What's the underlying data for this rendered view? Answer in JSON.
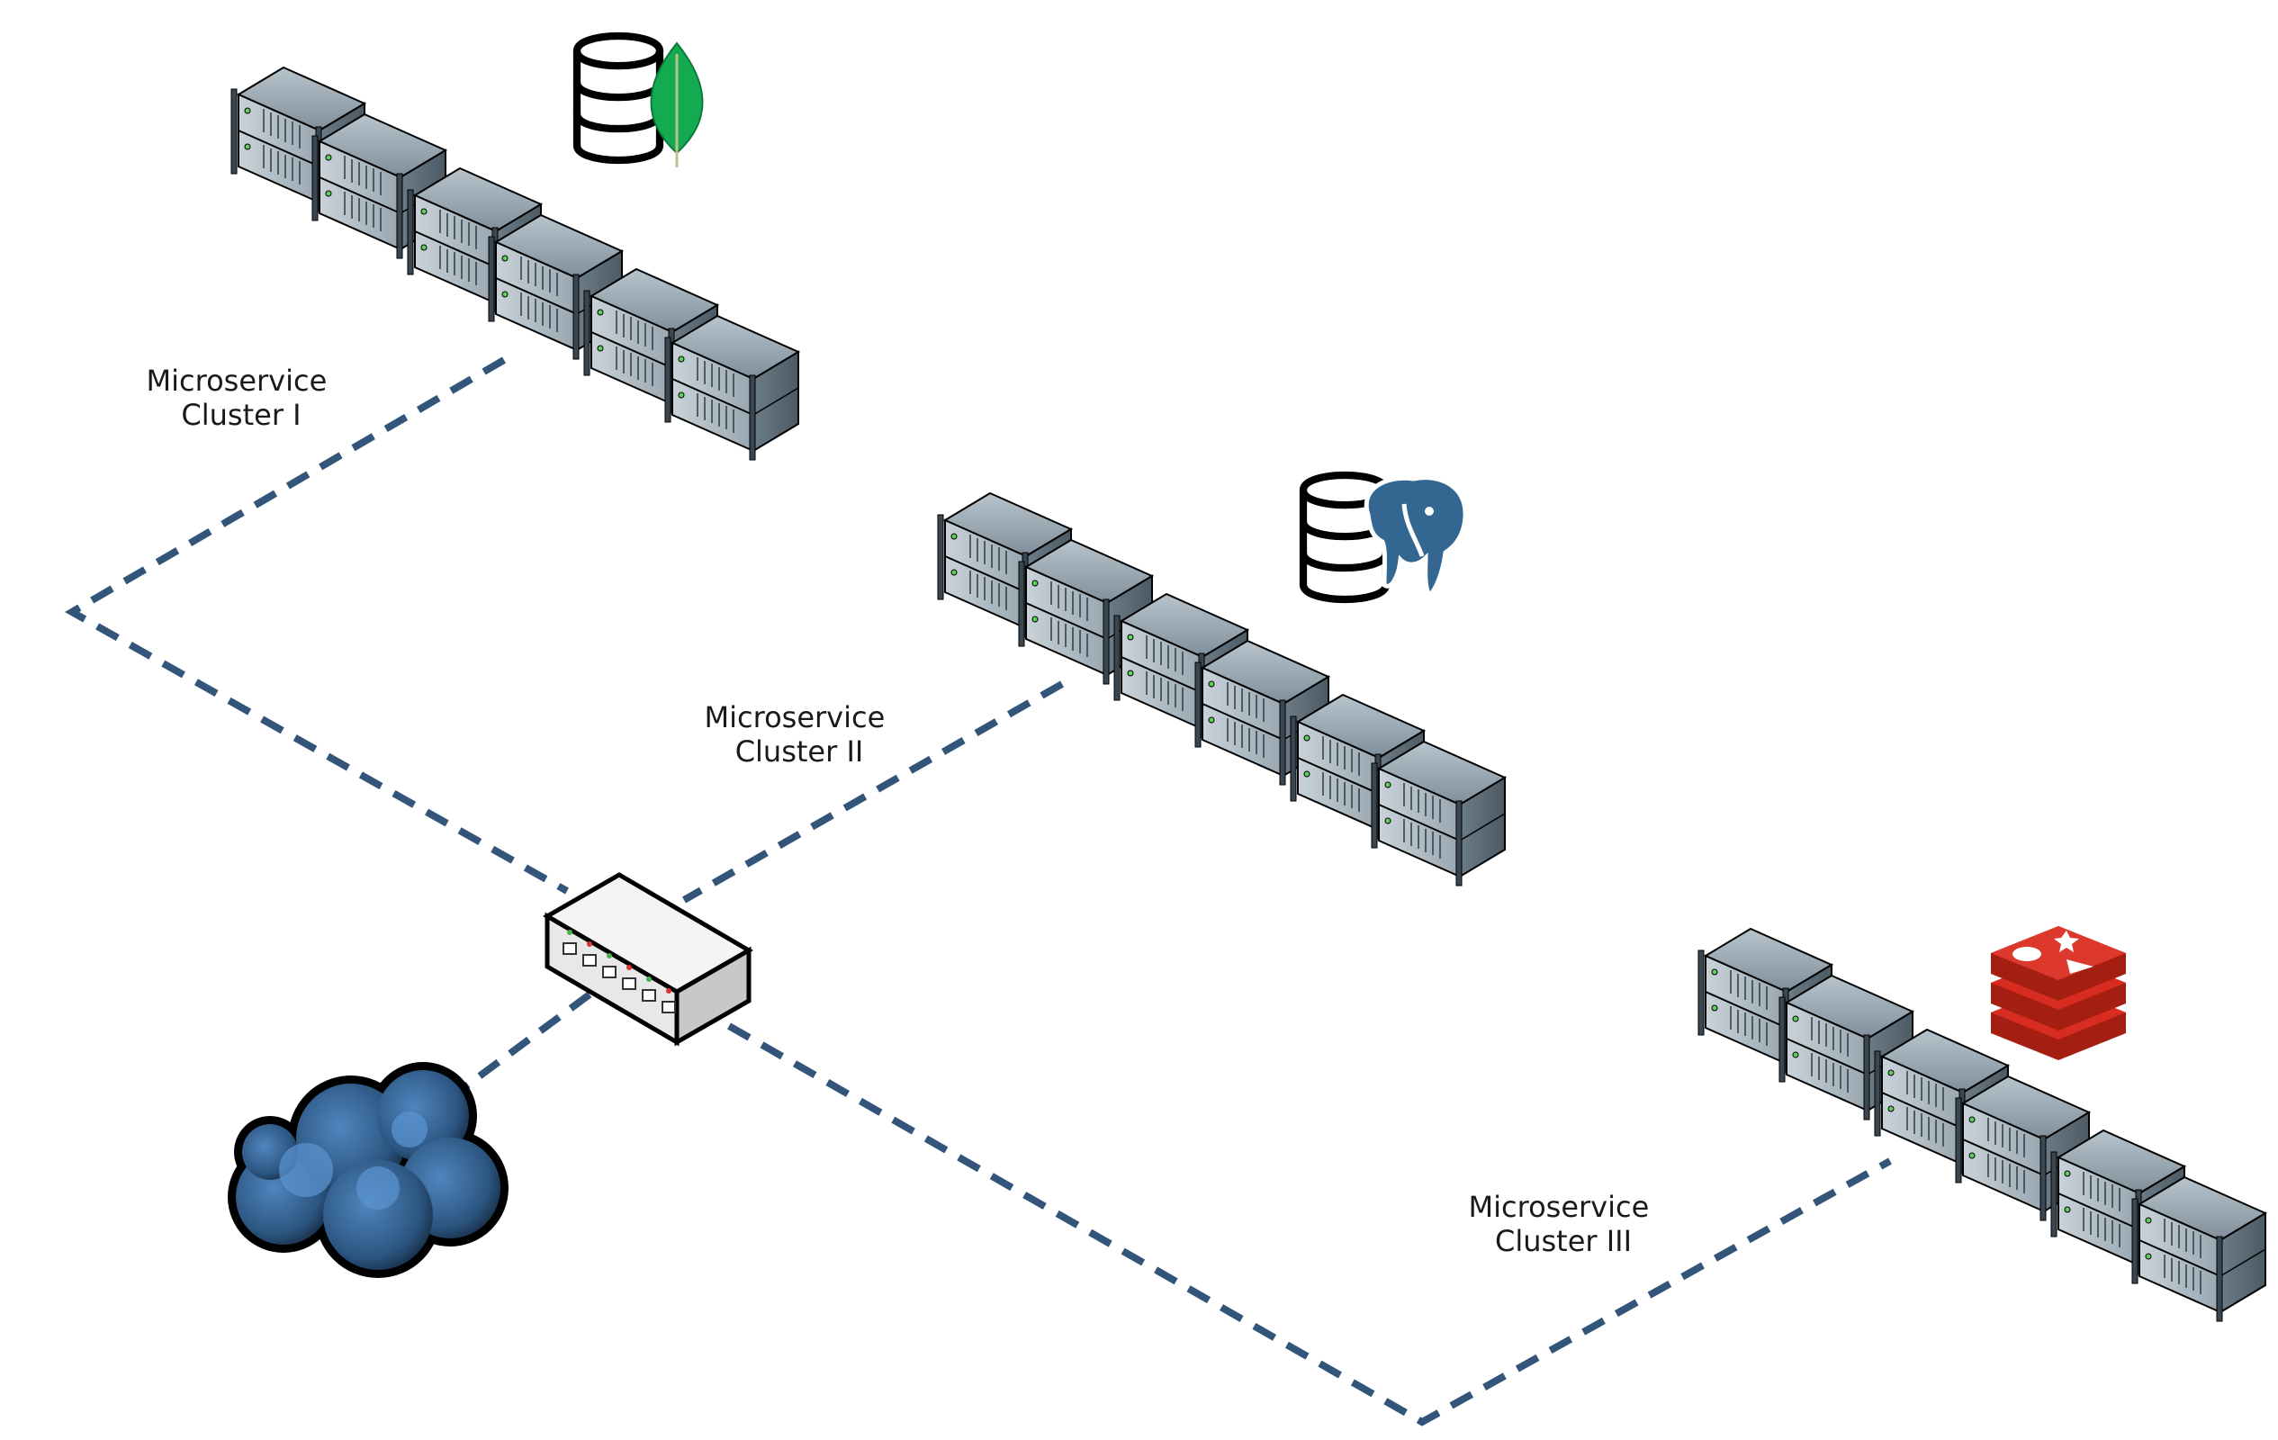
{
  "diagram": {
    "clusters": [
      {
        "id": "cluster-1",
        "label_line1": "Microservice",
        "label_line2": "Cluster I",
        "database": "mongodb-icon"
      },
      {
        "id": "cluster-2",
        "label_line1": "Microservice",
        "label_line2": "Cluster II",
        "database": "postgresql-icon"
      },
      {
        "id": "cluster-3",
        "label_line1": "Microservice",
        "label_line2": "Cluster III",
        "database": "redis-icon"
      }
    ],
    "nodes": {
      "switch": "network-switch-icon",
      "cloud": "internet-cloud-icon"
    },
    "colors": {
      "link": "#34557a",
      "mongodb": "#13aa52",
      "postgresql": "#336791",
      "redis": "#d82c20",
      "cloud": "#3d6e9e",
      "server": "#8a9aa6"
    }
  }
}
